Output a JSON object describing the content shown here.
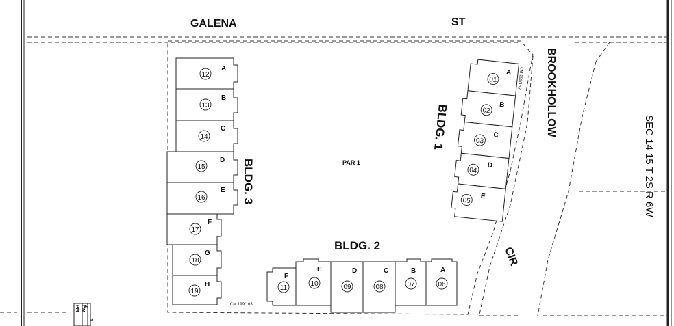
{
  "streets": {
    "galena": "GALENA",
    "st": "ST",
    "brookhollow": "BROOKHOLLOW",
    "cir": "CIR"
  },
  "section_label": "SEC 14 15 T 2S R 6W",
  "parcel_label": "PAR 1",
  "map_refs": {
    "bldg1": "CM 199/163",
    "bldg3": "CM 199/163"
  },
  "legend": {
    "row1": "PM",
    "row2": "CM",
    "v1": "2",
    "v2": "1"
  },
  "buildings": [
    {
      "name": "BLDG. 1",
      "units": [
        {
          "letter": "A",
          "number": "01"
        },
        {
          "letter": "B",
          "number": "02"
        },
        {
          "letter": "C",
          "number": "03"
        },
        {
          "letter": "D",
          "number": "04"
        },
        {
          "letter": "E",
          "number": "05"
        }
      ]
    },
    {
      "name": "BLDG. 2",
      "units": [
        {
          "letter": "F",
          "number": "11"
        },
        {
          "letter": "E",
          "number": "10"
        },
        {
          "letter": "D",
          "number": "09"
        },
        {
          "letter": "C",
          "number": "08"
        },
        {
          "letter": "B",
          "number": "07"
        },
        {
          "letter": "A",
          "number": "06"
        }
      ]
    },
    {
      "name": "BLDG. 3",
      "units": [
        {
          "letter": "A",
          "number": "12"
        },
        {
          "letter": "B",
          "number": "13"
        },
        {
          "letter": "C",
          "number": "14"
        },
        {
          "letter": "D",
          "number": "15"
        },
        {
          "letter": "E",
          "number": "16"
        },
        {
          "letter": "F",
          "number": "17"
        },
        {
          "letter": "G",
          "number": "18"
        },
        {
          "letter": "H",
          "number": "19"
        }
      ]
    }
  ]
}
